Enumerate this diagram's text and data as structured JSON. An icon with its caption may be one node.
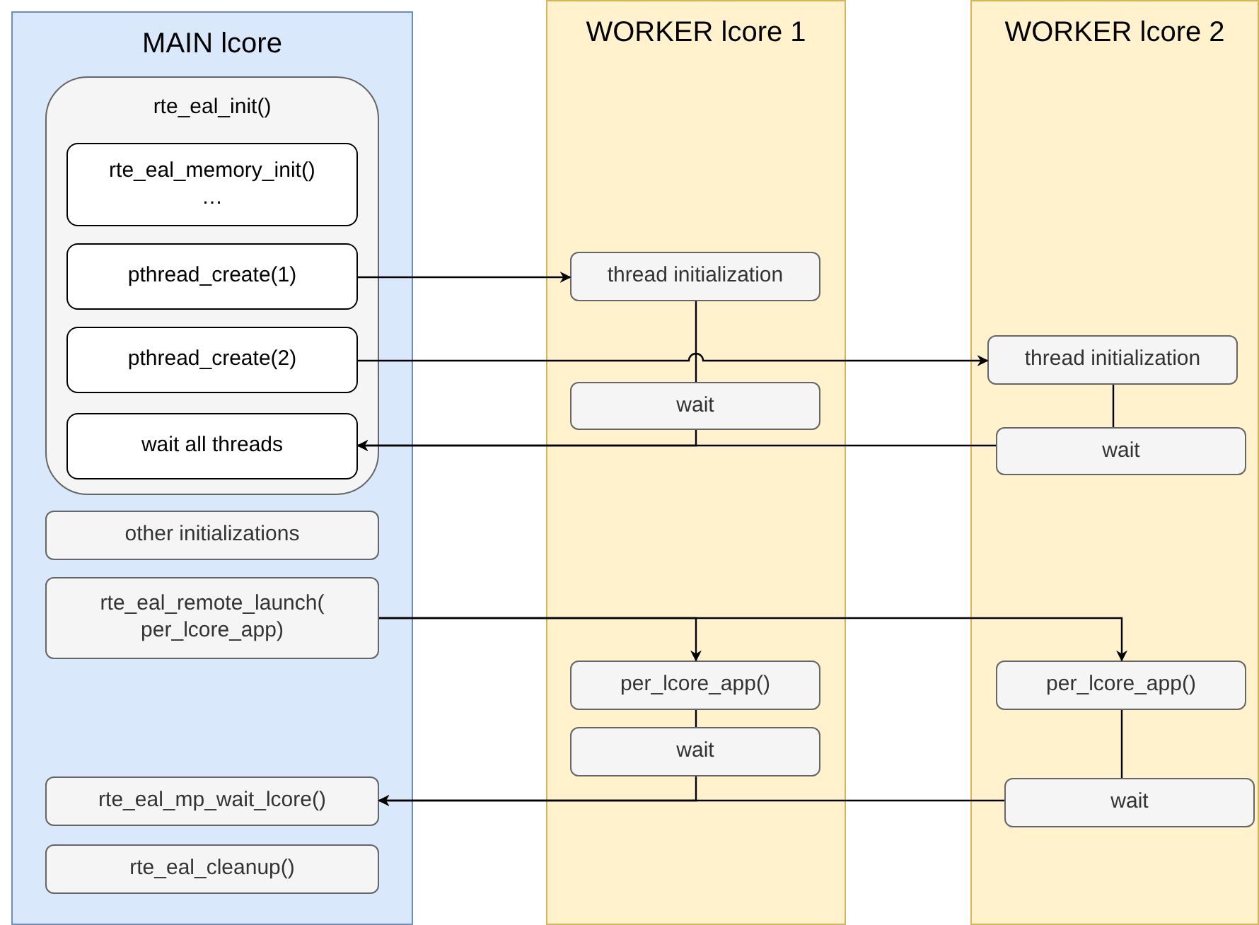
{
  "diagram": {
    "nodes": [
      {
        "text": [
          "MAIN lcore"
        ]
      },
      {
        "text": [
          "rte_eal_init()"
        ],
        "in": 0
      },
      {
        "text": [
          "rte_eal_memory_init()",
          "…"
        ],
        "in": 1
      },
      {
        "text": [
          "pthread_create(1)"
        ],
        "in": 1
      },
      {
        "text": [
          "pthread_create(2)"
        ],
        "in": 1
      },
      {
        "text": [
          "wait all threads"
        ],
        "in": 1
      },
      {
        "text": [
          "other initializations"
        ],
        "in": 0
      },
      {
        "text": [
          "rte_eal_remote_launch( per_lcore_app)"
        ],
        "in": 0
      },
      {
        "text": [
          "rte_eal_mp_wait_lcore()"
        ],
        "in": 0
      },
      {
        "text": [
          "rte_eal_cleanup()"
        ],
        "in": 0
      },
      {
        "text": [
          "WORKER lcore 1"
        ]
      },
      {
        "text": [
          "thread initialization"
        ],
        "in": 10
      },
      {
        "text": [
          "wait"
        ],
        "in": 10
      },
      {
        "text": [
          "per_lcore_app()"
        ],
        "in": 10
      },
      {
        "text": [
          "wait"
        ],
        "in": 10
      },
      {
        "text": [
          "WORKER lcore 2"
        ]
      },
      {
        "text": [
          "thread initialization"
        ],
        "in": 15
      },
      {
        "text": [
          "wait"
        ],
        "in": 15
      },
      {
        "text": [
          "per_lcore_app()"
        ],
        "in": 15
      },
      {
        "text": [
          "wait"
        ],
        "in": 15
      }
    ],
    "edges": [
      {
        "from": 3,
        "to": 11,
        "arrow": "to"
      },
      {
        "from": 4,
        "to": 16,
        "arrow": "to"
      },
      {
        "from": 11,
        "to": 12,
        "arrow": "none"
      },
      {
        "from": 12,
        "to": 5,
        "arrow": "to"
      },
      {
        "from": 16,
        "to": 17,
        "arrow": "none"
      },
      {
        "from": 17,
        "to": 5,
        "arrow": "to"
      },
      {
        "from": 7,
        "to": 13,
        "arrow": "to"
      },
      {
        "from": 7,
        "to": 18,
        "arrow": "to"
      },
      {
        "from": 13,
        "to": 14,
        "arrow": "none"
      },
      {
        "from": 18,
        "to": 19,
        "arrow": "none"
      },
      {
        "from": 14,
        "to": 8,
        "arrow": "to"
      },
      {
        "from": 19,
        "to": 8,
        "arrow": "to"
      }
    ]
  }
}
